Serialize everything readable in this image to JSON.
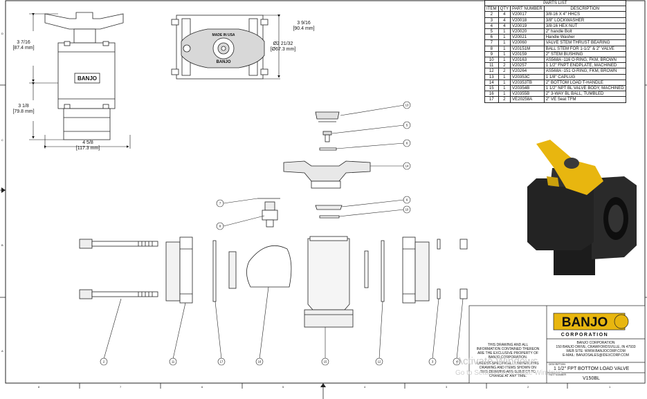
{
  "dimensions": {
    "height_top": {
      "inch": "3 7/16",
      "mm": "[87.4 mm]"
    },
    "height_bottom": {
      "inch": "3 1/8",
      "mm": "[79.8 mm]"
    },
    "width": {
      "inch": "4 5/8",
      "mm": "[117.3 mm]"
    },
    "handle_height": {
      "inch": "3 9/16",
      "mm": "[90.4 mm]"
    },
    "diameter": {
      "inch": "Ø2 21/32",
      "mm": "[Ø67.3 mm]"
    }
  },
  "parts_list": {
    "title": "PARTS LIST",
    "headers": [
      "ITEM",
      "QTY",
      "PART NUMBER",
      "DESCRIPTION"
    ],
    "rows": [
      [
        "2",
        "4",
        "V20017",
        "3/8-16 X 4\" HHCS"
      ],
      [
        "3",
        "4",
        "V20018",
        "3/8\" LOCKWASHER"
      ],
      [
        "4",
        "4",
        "V20019",
        "3/8-16 HEX NUT"
      ],
      [
        "5",
        "1",
        "V20020",
        "2\" handle Bolt"
      ],
      [
        "6",
        "1",
        "V20021",
        "Handle Washer"
      ],
      [
        "7",
        "1",
        "V20060",
        "VALVE STEM THRUST BEARING"
      ],
      [
        "8",
        "1",
        "V20151M",
        "BALL STEM FOR 1-1/2\" & 2\" VALVE"
      ],
      [
        "9",
        "1",
        "V20159",
        "2\" STEM BUSHING"
      ],
      [
        "10",
        "1",
        "V20163",
        "AS568A -116 O-RING, FKM, BROWN"
      ],
      [
        "11",
        "2",
        "V20257",
        "1 1/2\" FNPT ENDPLATE, MACHINED"
      ],
      [
        "12",
        "2",
        "V20264",
        "AS568A -151 O-RING, FKM, BROWN"
      ],
      [
        "13",
        "1",
        "V20353C",
        "1 1/8\" CAPLUG"
      ],
      [
        "14",
        "1",
        "V20353TB",
        "2\" BOTTOM LOAD T-HANDLE"
      ],
      [
        "15",
        "1",
        "V20354B",
        "1 1/2\" NPT BL VALVE BODY, MACHINED"
      ],
      [
        "16",
        "1",
        "V20355B",
        "2\" 3-WAY BL BALL, TUMBLED"
      ],
      [
        "17",
        "2",
        "VE20258A",
        "2\" VE Seat TFM"
      ]
    ]
  },
  "callouts": [
    "13",
    "5",
    "6",
    "14",
    "7",
    "8",
    "6",
    "10",
    "2",
    "11",
    "17",
    "16",
    "15",
    "12",
    "3",
    "4"
  ],
  "logo": {
    "text": "BANJO",
    "sub": "CORPORATION"
  },
  "company": {
    "name": "BANJO CORPORATION",
    "address": "150 BANJO DRIVE, CRAWFORDSVILLE, IN 47933",
    "web": "WEB SITE: WWW.BANJOCORP.COM",
    "email": "E-MAIL: BANJOSALES@IDEXCORP.COM"
  },
  "notice": {
    "line1": "THIS DRAWING AND ALL",
    "line2": "INFORMATION CONTAINED THEREON",
    "line3": "ARE THE EXCLUSIVE PROPERTY OF",
    "line4": "BANJO CORPORATION.",
    "line5": "UNLESS SPECIFICALLY NOTED, THIS",
    "line6": "DRAWING AND ITEMS SHOWN ON",
    "line7": "THIS DRAWING ARE SUBJECT TO",
    "line8": "CHANGE AT ANY TIME."
  },
  "title_block": {
    "description_label": "DESCRIPTION",
    "description": "1 1/2\" FPT BOTTOM LOAD VALVE",
    "part_label": "PART NUMBER",
    "part_number": "V150BL"
  },
  "watermark": {
    "line1": "Activate Windows",
    "line2": "Go to Settings to activate Windows."
  },
  "valve_marks": {
    "made_in_usa": "MADE IN USA",
    "banjo_small": "BANJO"
  },
  "border": {
    "bottom_zones": [
      "8",
      "7",
      "6",
      "5",
      "4",
      "3",
      "2",
      "1"
    ],
    "left_zones": [
      "D",
      "C",
      "B",
      "A"
    ]
  },
  "colors": {
    "accent_yellow": "#e8b60f",
    "valve_black": "#1c1c1c",
    "line": "#222222"
  }
}
